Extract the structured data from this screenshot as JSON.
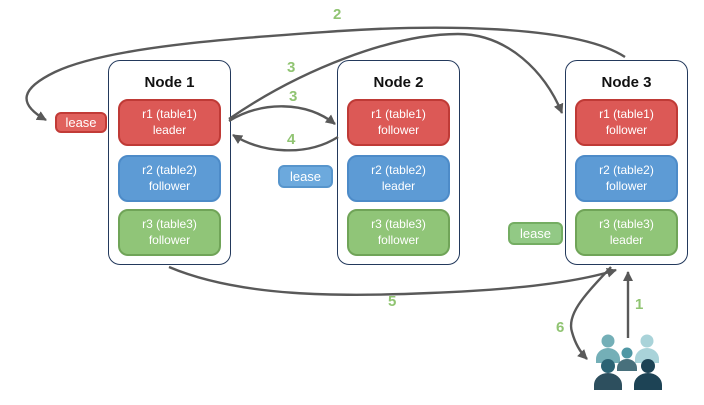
{
  "diagram": {
    "nodes": [
      {
        "title": "Node 1",
        "replicas": [
          {
            "name": "r1 (table1)",
            "role": "leader",
            "color": "#dc5956"
          },
          {
            "name": "r2 (table2)",
            "role": "follower",
            "color": "#5d9bd5"
          },
          {
            "name": "r3 (table3)",
            "role": "follower",
            "color": "#90c578"
          }
        ]
      },
      {
        "title": "Node 2",
        "replicas": [
          {
            "name": "r1 (table1)",
            "role": "follower",
            "color": "#dc5956"
          },
          {
            "name": "r2 (table2)",
            "role": "leader",
            "color": "#5d9bd5"
          },
          {
            "name": "r3 (table3)",
            "role": "follower",
            "color": "#90c578"
          }
        ]
      },
      {
        "title": "Node 3",
        "replicas": [
          {
            "name": "r1 (table1)",
            "role": "follower",
            "color": "#dc5956"
          },
          {
            "name": "r2 (table2)",
            "role": "follower",
            "color": "#5d9bd5"
          },
          {
            "name": "r3 (table3)",
            "role": "leader",
            "color": "#90c578"
          }
        ]
      }
    ],
    "leases": [
      {
        "label": "lease",
        "color": "#e0615d"
      },
      {
        "label": "lease",
        "color": "#6ca9dd"
      },
      {
        "label": "lease",
        "color": "#92c985"
      }
    ],
    "steps": [
      {
        "label": "1"
      },
      {
        "label": "2"
      },
      {
        "label": "3"
      },
      {
        "label": "3"
      },
      {
        "label": "4"
      },
      {
        "label": "5"
      },
      {
        "label": "6"
      }
    ],
    "icons": {
      "users": "users-group-icon"
    },
    "colors": {
      "arrow": "#595959",
      "step_label": "#90c472",
      "node_border": "#23395c",
      "users_teal_light": "#a9d3d9",
      "users_teal": "#74afb7",
      "users_slate_dark": "#1d4355"
    }
  }
}
